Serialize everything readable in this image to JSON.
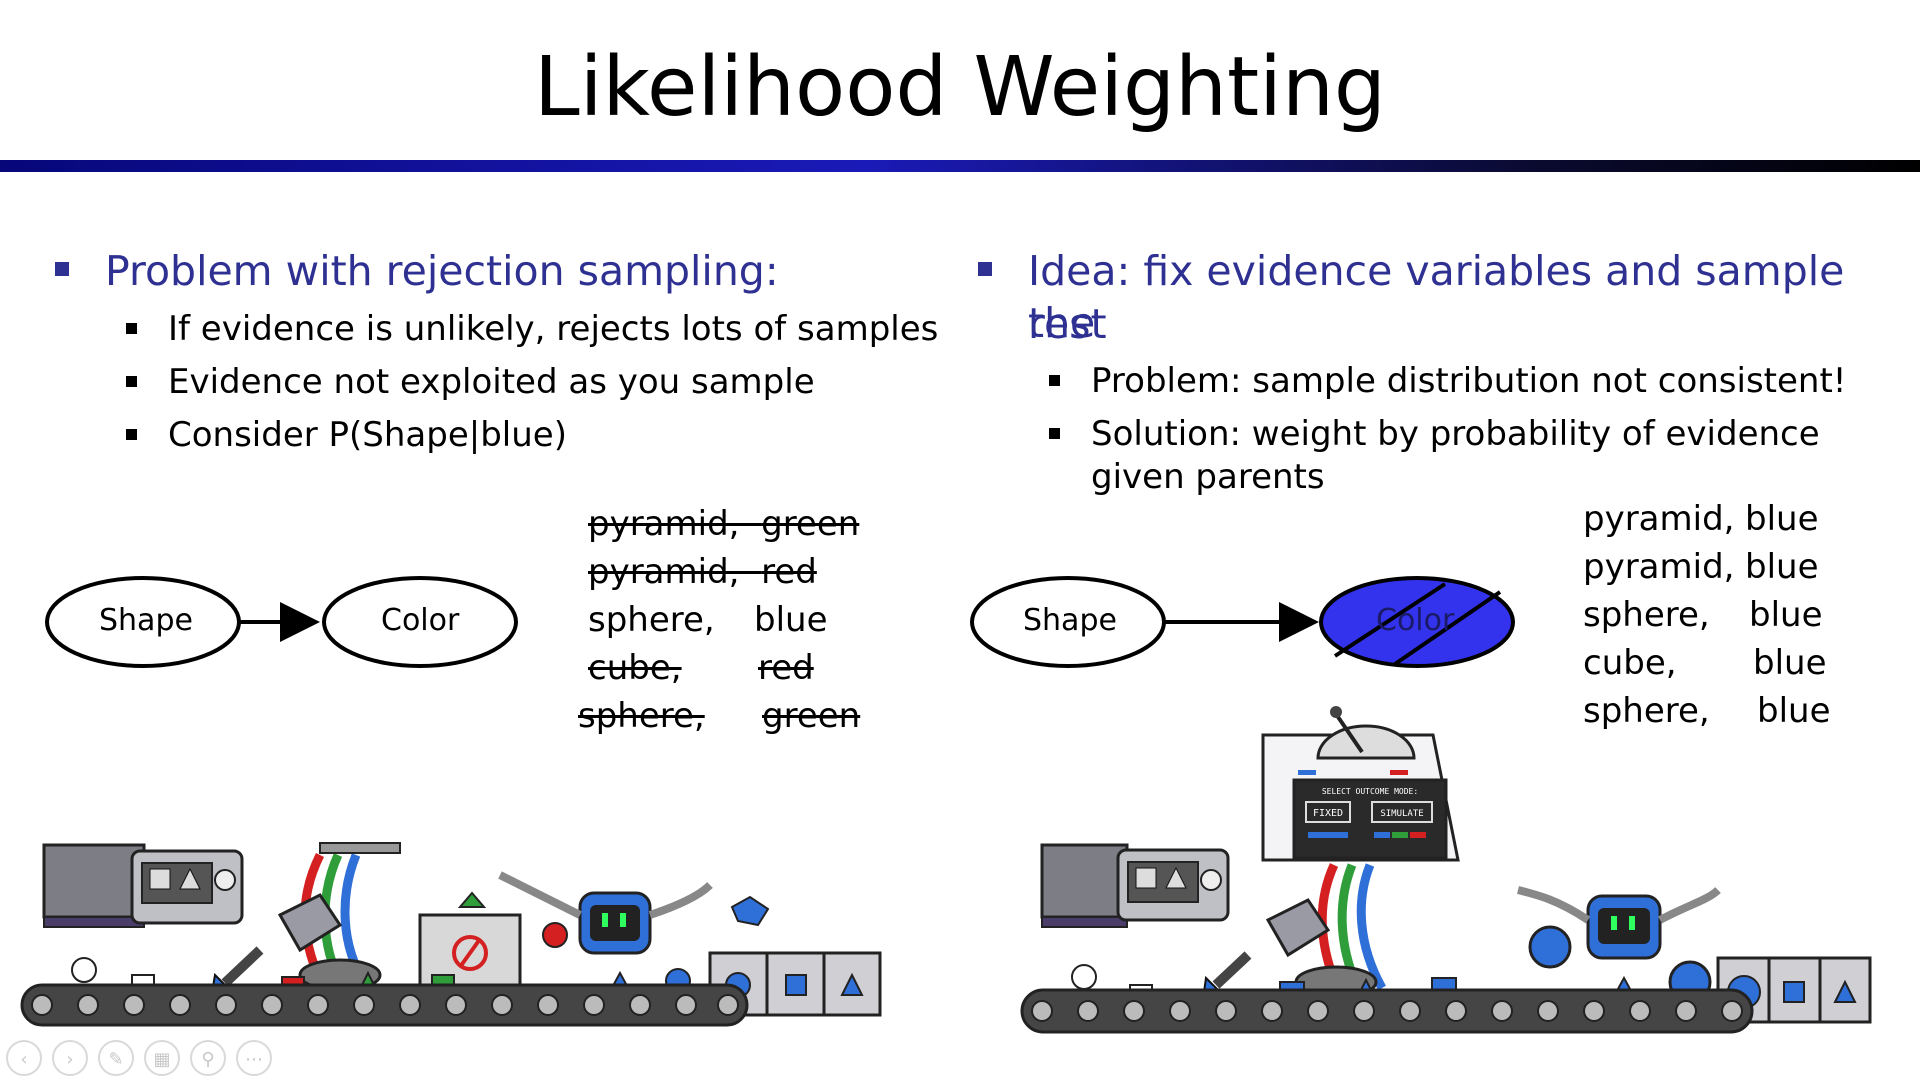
{
  "slide": {
    "title": "Likelihood Weighting"
  },
  "left": {
    "heading": "Problem with rejection sampling:",
    "bullets": [
      "If evidence is unlikely, rejects lots of samples",
      "Evidence not exploited as you sample",
      "Consider P(Shape|blue)"
    ],
    "nodes": {
      "parent": "Shape",
      "child": "Color"
    },
    "samples": [
      {
        "shape": "pyramid,",
        "color": "green",
        "rejected": true
      },
      {
        "shape": "pyramid,",
        "color": "red",
        "rejected": true
      },
      {
        "shape": "sphere,",
        "color": "blue",
        "rejected": false
      },
      {
        "shape": "cube,",
        "color": "red",
        "rejected": true
      },
      {
        "shape": "sphere,",
        "color": "green",
        "rejected": true
      }
    ]
  },
  "right": {
    "heading_line1": "Idea: fix evidence variables and sample the",
    "heading_line2": "rest",
    "bullets": [
      "Problem: sample distribution not consistent!",
      "Solution: weight by probability of evidence",
      "given parents"
    ],
    "nodes": {
      "parent": "Shape",
      "child": "Color"
    },
    "samples": [
      {
        "shape": "pyramid,",
        "color": "blue"
      },
      {
        "shape": "pyramid,",
        "color": "blue"
      },
      {
        "shape": "sphere,",
        "color": "blue"
      },
      {
        "shape": "cube,",
        "color": "blue"
      },
      {
        "shape": "sphere,",
        "color": "blue"
      }
    ],
    "panel": {
      "caption": "SELECT OUTCOME MODE:",
      "fixed": "FIXED",
      "simulate": "SIMULATE"
    }
  },
  "colors": {
    "bullet_accent": "#2e3192",
    "evidence_node": "#3333ee",
    "robot_blue": "#2f6fd8",
    "green": "#2f9e3a",
    "red": "#d42020"
  },
  "toolbar_icons": [
    "prev-icon",
    "next-icon",
    "pen-icon",
    "slides-icon",
    "zoom-icon",
    "more-icon"
  ]
}
